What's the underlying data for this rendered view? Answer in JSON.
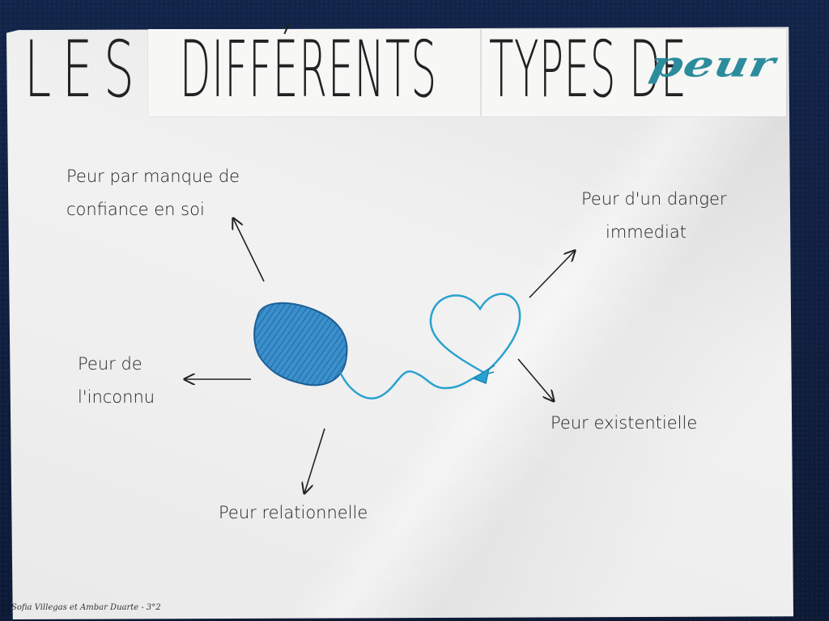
{
  "title": {
    "part1": "LES",
    "part2": "DIFFÉRENTS",
    "part3": "TYPES DE",
    "part4": "peur"
  },
  "labels": {
    "confiance": [
      "Peur par manque de",
      "confiance en soi"
    ],
    "danger": [
      "Peur d'un danger",
      "immediat"
    ],
    "inconnu": [
      "Peur de",
      "l'inconnu"
    ],
    "existentielle": "Peur existentielle",
    "relationnelle": "Peur relationnelle"
  },
  "signature": "Sofia Villegas et Ambar Duarte - 3°2",
  "colors": {
    "ink": "#222222",
    "accent": "#2d8c9c",
    "brain_fill": "#2f86c4",
    "cord": "#2aa2cf",
    "paper": "#f1f1f1",
    "board": "#0f1d3b"
  }
}
